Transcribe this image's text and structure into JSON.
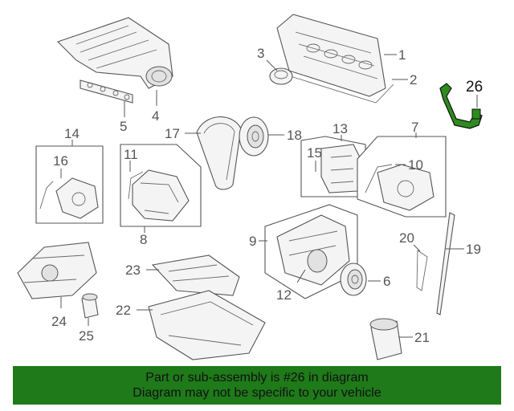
{
  "colors": {
    "banner_bg": "#1f7a1a",
    "highlight_part": "#2e8b1e",
    "line_art": "#555555"
  },
  "callouts": {
    "c1": "1",
    "c2": "2",
    "c3": "3",
    "c4": "4",
    "c5": "5",
    "c6": "6",
    "c7": "7",
    "c8": "8",
    "c9": "9",
    "c10": "10",
    "c11": "11",
    "c12": "12",
    "c13": "13",
    "c14": "14",
    "c15": "15",
    "c16": "16",
    "c17": "17",
    "c18": "18",
    "c19": "19",
    "c20": "20",
    "c21": "21",
    "c22": "22",
    "c23": "23",
    "c24": "24",
    "c25": "25",
    "c26": "26"
  },
  "banner": {
    "line1": "Part or sub-assembly is #26 in diagram",
    "line2": "Diagram may not be specific to your vehicle"
  }
}
